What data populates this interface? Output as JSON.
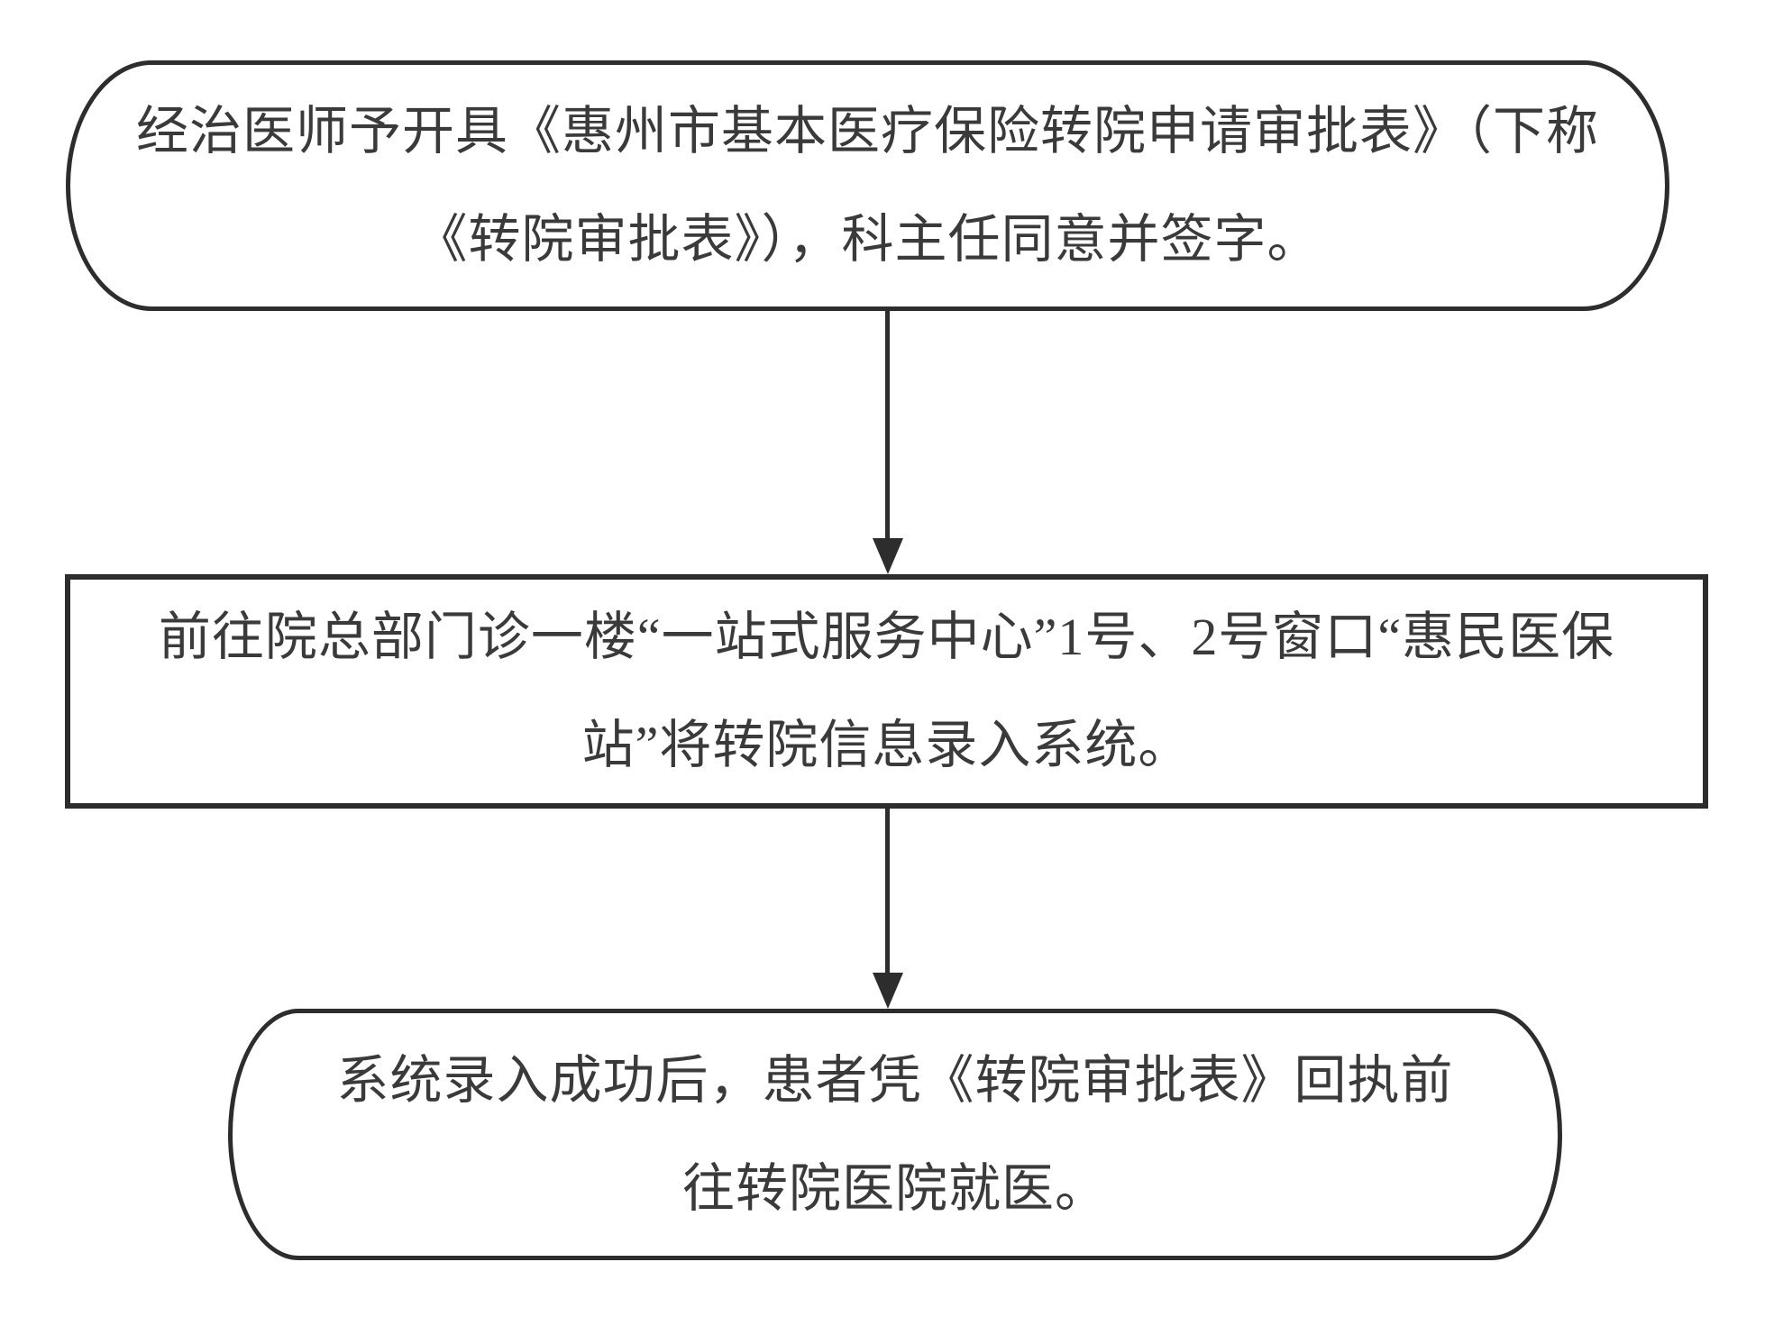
{
  "diagram": {
    "type": "flowchart",
    "background_color": "#ffffff",
    "stroke_color": "#2d2d2d",
    "text_color": "#3a3a3a",
    "nodes": [
      {
        "id": "step-1",
        "shape": "rounded-rectangle",
        "lines": [
          "经治医师予开具《惠州市基本医疗保险转院申请审批表》（下称",
          "《转院审批表》），科主任同意并签字。"
        ],
        "full_text": "经治医师予开具《惠州市基本医疗保险转院申请审批表》（下称《转院审批表》），科主任同意并签字。"
      },
      {
        "id": "step-2",
        "shape": "rectangle",
        "lines": [
          "前往院总部门诊一楼“一站式服务中心”1号、2号窗口“惠民医保",
          "站”将转院信息录入系统。"
        ],
        "full_text": "前往院总部门诊一楼“一站式服务中心”1号、2号窗口“惠民医保站”将转院信息录入系统。"
      },
      {
        "id": "step-3",
        "shape": "rounded-rectangle",
        "lines": [
          "系统录入成功后，患者凭《转院审批表》回执前",
          "往转院医院就医。"
        ],
        "full_text": "系统录入成功后，患者凭《转院审批表》回执前往转院医院就医。"
      }
    ],
    "edges": [
      {
        "from": "step-1",
        "to": "step-2",
        "direction": "down"
      },
      {
        "from": "step-2",
        "to": "step-3",
        "direction": "down"
      }
    ]
  }
}
